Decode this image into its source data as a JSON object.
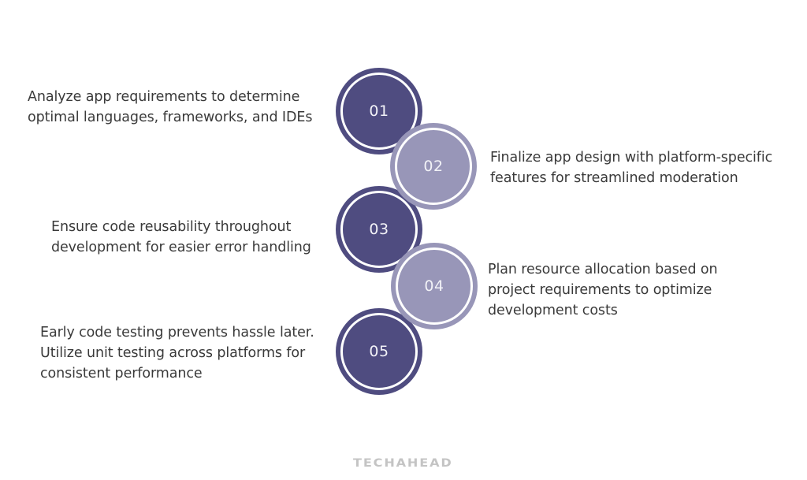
{
  "colors": {
    "dark_circle": "#4f4c80",
    "light_circle": "#9896b8",
    "ring": "#ffffff",
    "text": "#3a3a3a",
    "logo": "#c4c4c4"
  },
  "steps": [
    {
      "number": "01",
      "side": "left",
      "tone": "dark",
      "lines": [
        "Analyze app requirements to determine",
        "optimal languages, frameworks, and IDEs"
      ]
    },
    {
      "number": "02",
      "side": "right",
      "tone": "light",
      "lines": [
        "Finalize app design with platform-specific",
        "features for streamlined moderation"
      ]
    },
    {
      "number": "03",
      "side": "left",
      "tone": "dark",
      "lines": [
        "Ensure code reusability throughout",
        "development for easier error handling"
      ]
    },
    {
      "number": "04",
      "side": "right",
      "tone": "light",
      "lines": [
        "Plan resource allocation based on",
        "project requirements to optimize",
        "development costs"
      ]
    },
    {
      "number": "05",
      "side": "left",
      "tone": "dark",
      "lines": [
        "Early code testing prevents hassle later.",
        "Utilize unit testing across platforms for",
        "consistent performance"
      ]
    }
  ],
  "logo": {
    "text": "TECHAHEAD"
  }
}
